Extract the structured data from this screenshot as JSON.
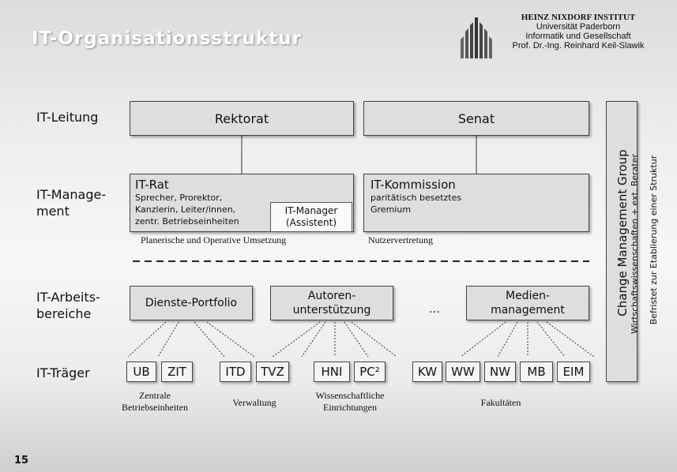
{
  "slide": {
    "title": "IT-Organisationsstruktur",
    "page_number": "15",
    "institute": {
      "name": "HEINZ NIXDORF INSTITUT",
      "line1": "Universität Paderborn",
      "line2": "Informatik und Gesellschaft",
      "line3": "Prof. Dr.-Ing. Reinhard Keil-Slawik"
    }
  },
  "rows": {
    "leitung": "IT-Leitung",
    "management_1": "IT-Manage-",
    "management_2": "ment",
    "arbeit_1": "IT-Arbeits-",
    "arbeit_2": "bereiche",
    "traeger": "IT-Träger"
  },
  "boxes": {
    "rektorat": "Rektorat",
    "senat": "Senat",
    "it_rat_title": "IT-Rat",
    "it_rat_l1": "Sprecher, Prorektor,",
    "it_rat_l2": "Kanzlerin, Leiter/innen,",
    "it_rat_l3": "zentr. Betriebseinheiten",
    "it_manager_1": "IT-Manager",
    "it_manager_2": "(Assistent)",
    "it_kommission_title": "IT-Kommission",
    "it_kommission_l1": "paritätisch besetztes",
    "it_kommission_l2": "Gremium",
    "dienste": "Dienste-Portfolio",
    "autoren_1": "Autoren-",
    "autoren_2": "unterstützung",
    "ellipsis": "…",
    "medien_1": "Medien-",
    "medien_2": "management"
  },
  "captions": {
    "planerisch": "Planerische und Operative Umsetzung",
    "nutzer": "Nutzervertretung",
    "zentrale_1": "Zentrale",
    "zentrale_2": "Betriebseinheiten",
    "verwaltung": "Verwaltung",
    "wiss_1": "Wissenschaftliche",
    "wiss_2": "Einrichtungen",
    "fakultaeten": "Fakultäten"
  },
  "carriers": [
    "UB",
    "ZIT",
    "ITD",
    "TVZ",
    "HNI",
    "PC²",
    "KW",
    "WW",
    "NW",
    "MB",
    "EIM"
  ],
  "side": {
    "group": "Change Management Group",
    "sub": "Wirtschaftswissenschaften + ext. Berater",
    "outer": "Befristet zur Etablierung einer Struktur"
  }
}
